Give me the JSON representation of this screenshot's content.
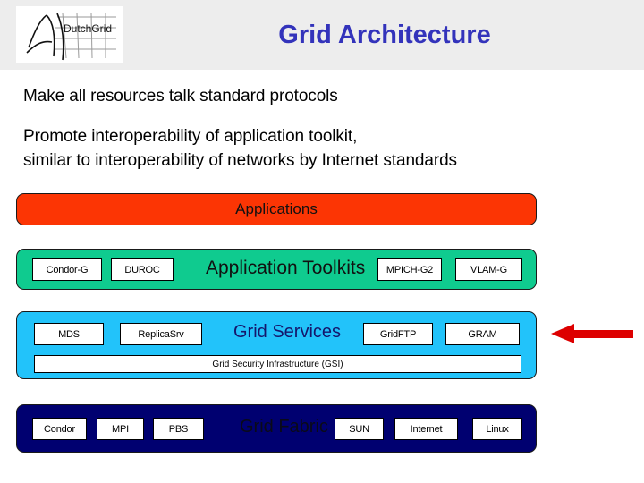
{
  "header": {
    "title": "Grid Architecture",
    "title_color": "#3333bb",
    "logo_text": "DutchGrid",
    "background": "#ededed"
  },
  "body_text": {
    "line_1": "Make all resources talk standard protocols",
    "line_2": "Promote interoperability of application toolkit,",
    "line_3": "similar to interoperability of networks by Internet standards"
  },
  "diagram": {
    "layers": [
      {
        "id": "applications",
        "title": "Applications",
        "color": "#fc3504",
        "title_color": "#111111",
        "chips": []
      },
      {
        "id": "toolkits",
        "title": "Application Toolkits",
        "color": "#0fcb8f",
        "title_color": "#111111",
        "chips": [
          {
            "label": "Condor-G"
          },
          {
            "label": "DUROC"
          },
          {
            "label": "MPICH-G2"
          },
          {
            "label": "VLAM-G"
          }
        ]
      },
      {
        "id": "services",
        "title": "Grid Services",
        "color": "#22c3fa",
        "title_color": "#15166b",
        "chips": [
          {
            "label": "MDS"
          },
          {
            "label": "ReplicaSrv"
          },
          {
            "label": "GridFTP"
          },
          {
            "label": "GRAM"
          }
        ],
        "wide_bar": "Grid Security Infrastructure (GSI)"
      },
      {
        "id": "fabric",
        "title": "Grid Fabric",
        "color": "#000070",
        "title_color": "#0a0a18",
        "chips": [
          {
            "label": "Condor"
          },
          {
            "label": "MPI"
          },
          {
            "label": "PBS"
          },
          {
            "label": "SUN"
          },
          {
            "label": "Internet"
          },
          {
            "label": "Linux"
          }
        ]
      }
    ],
    "annotation_arrow": {
      "name": "left-arrow-icon",
      "color": "#dd0000",
      "direction": "left",
      "points_at": "Grid Services"
    }
  }
}
